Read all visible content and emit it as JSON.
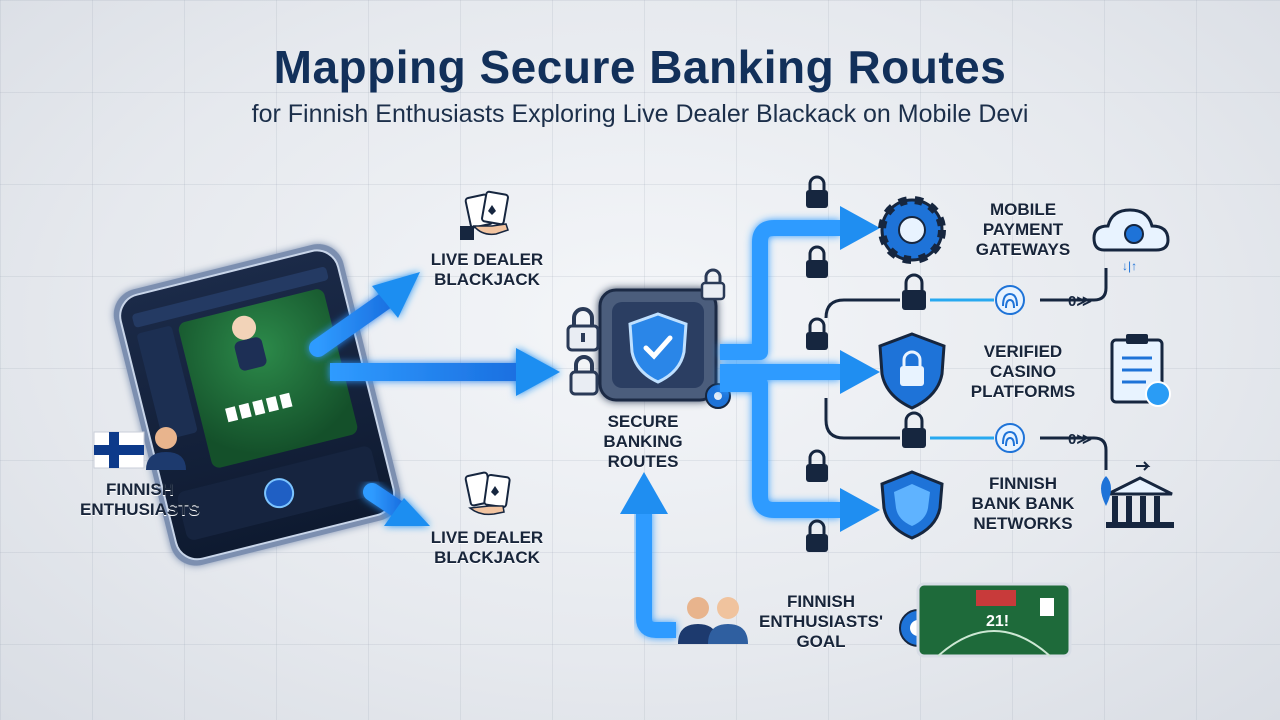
{
  "title": "Mapping Secure Banking Routes",
  "subtitle": "for Finnish Enthusiasts Exploring Live Dealer Blackack on Mobile Devi",
  "nodes": {
    "finnish_enthusiasts": [
      "FINNISH",
      "ENTHUSIASTS"
    ],
    "live_dealer_top": [
      "LIVE DEALER",
      "BLACKJACK"
    ],
    "live_dealer_bottom": [
      "LIVE DEALER",
      "BLACKJACK"
    ],
    "secure_banking": [
      "SECURE",
      "BANKING",
      "ROUTES"
    ],
    "mobile_payment": [
      "MOBILE",
      "PAYMENT",
      "GATEWAYS"
    ],
    "verified_casino": [
      "VERIFIED",
      "CASINO",
      "PLATFORMS"
    ],
    "finnish_bank": [
      "FINNISH",
      "BANK BANK",
      "NETWORKS"
    ],
    "goal": [
      "FINNISH",
      "ENTHUSIASTS'",
      "GOAL"
    ]
  },
  "small_text": {
    "arrow_code_1": "0≫",
    "arrow_code_2": "0≫",
    "game_score": "21!"
  },
  "colors": {
    "title": "#12305a",
    "arrow_blue": "#1f8ef1",
    "arrow_glow": "#7cc4ff",
    "dark_navy": "#16263f",
    "icon_blue": "#1e73d8"
  },
  "icons": [
    "phone-icon",
    "finland-flag-icon",
    "person-icon",
    "cards-hand-icon",
    "vault-shield-icon",
    "gear-icon",
    "cloud-gear-icon",
    "shield-lock-icon",
    "checklist-icon",
    "shield-badge-icon",
    "bank-icon",
    "fingerprint-icon",
    "padlock-icon",
    "poker-chips-icon",
    "blackjack-table-icon",
    "two-people-icon"
  ]
}
